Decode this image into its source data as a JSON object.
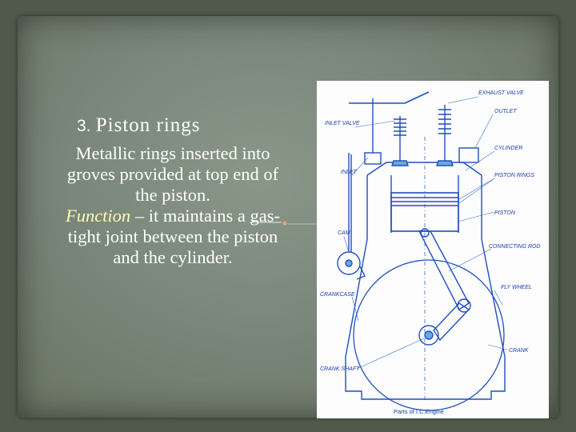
{
  "slide": {
    "heading_number": "3.",
    "heading_title": "Piston rings",
    "body_line_1": "Metallic rings inserted into groves provided at top end of the piston.",
    "function_word": "Function",
    "function_text": " – it maintains a gas-tight joint between the piston and the cylinder."
  },
  "diagram": {
    "labels": {
      "exhaust_valve": "EXHAUST VALVE",
      "outlet": "OUTLET",
      "inlet_valve": "INLET VALVE",
      "cylinder": "CYLINDER",
      "inlet": "INLET",
      "piston_rings": "PISTON RINGS",
      "piston": "PISTON",
      "cam": "CAM",
      "connecting_rod": "CONNECTING ROD",
      "fly_wheel": "FLY WHEEL",
      "crankcase": "CRANKCASE",
      "crank": "CRANK",
      "crank_shaft": "CRANK SHAFT"
    },
    "caption": "Parts of I.C.Engine"
  },
  "colors": {
    "accent_text": "#fff9b0",
    "diagram_ink": "#1a3ea8",
    "connector_dot": "#d9a87a"
  }
}
